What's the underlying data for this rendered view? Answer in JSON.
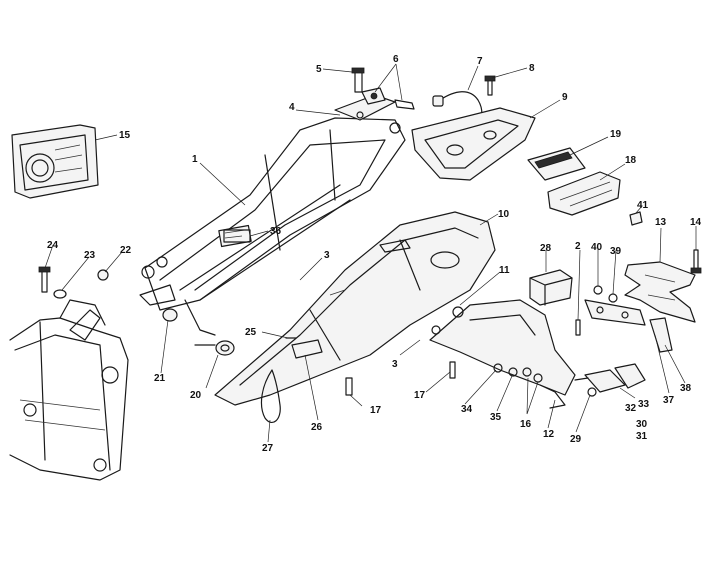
{
  "diagram": {
    "callouts": [
      "1",
      "2",
      "3",
      "3",
      "4",
      "5",
      "6",
      "7",
      "8",
      "9",
      "10",
      "11",
      "12",
      "13",
      "14",
      "15",
      "16",
      "17",
      "17",
      "18",
      "19",
      "20",
      "21",
      "22",
      "23",
      "24",
      "25",
      "26",
      "27",
      "28",
      "29",
      "30",
      "31",
      "32",
      "33",
      "34",
      "35",
      "36",
      "37",
      "38",
      "39",
      "40",
      "41"
    ]
  }
}
